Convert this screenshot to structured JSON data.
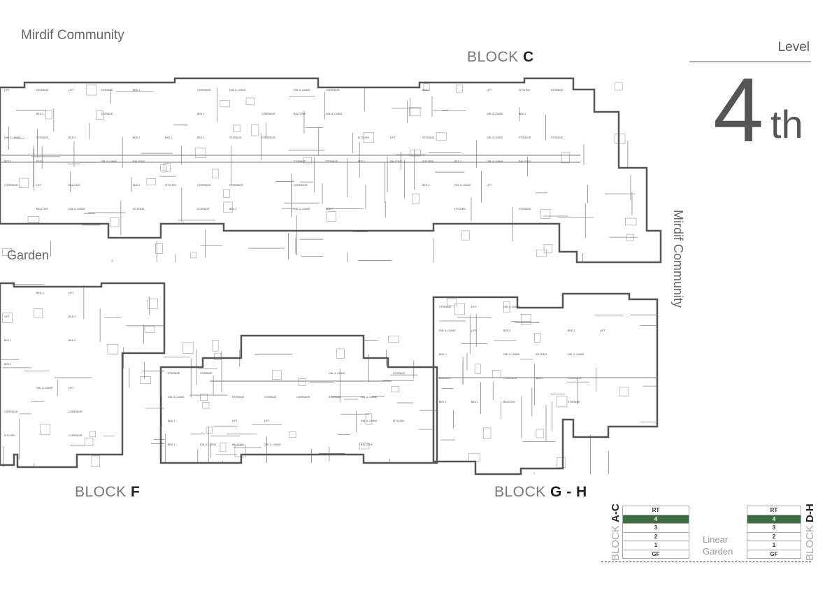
{
  "labels": {
    "community_top": "Mirdif Community",
    "community_right": "Mirdif Community",
    "garden": "Garden",
    "block_c_prefix": "BLOCK",
    "block_c_name": "C",
    "block_f_prefix": "BLOCK",
    "block_f_name": "F",
    "block_gh_prefix": "BLOCK",
    "block_gh_name": "G - H"
  },
  "level": {
    "title": "Level",
    "number": "4",
    "suffix": "th"
  },
  "room_labels": [
    "BED 1",
    "BED 2",
    "DIN. & LIVING",
    "KITCHEN",
    "BALCONY",
    "STORAGE",
    "LIFT",
    "CORRIDOR"
  ],
  "legend": {
    "left_block_prefix": "BLOCK",
    "left_block_name": "A-C",
    "right_block_prefix": "BLOCK",
    "right_block_name": "D-H",
    "center_label_line1": "Linear",
    "center_label_line2": "Garden",
    "levels": [
      "RT",
      "4",
      "3",
      "2",
      "1",
      "GF"
    ],
    "active_level": "4",
    "active_color": "#3e6b40"
  }
}
